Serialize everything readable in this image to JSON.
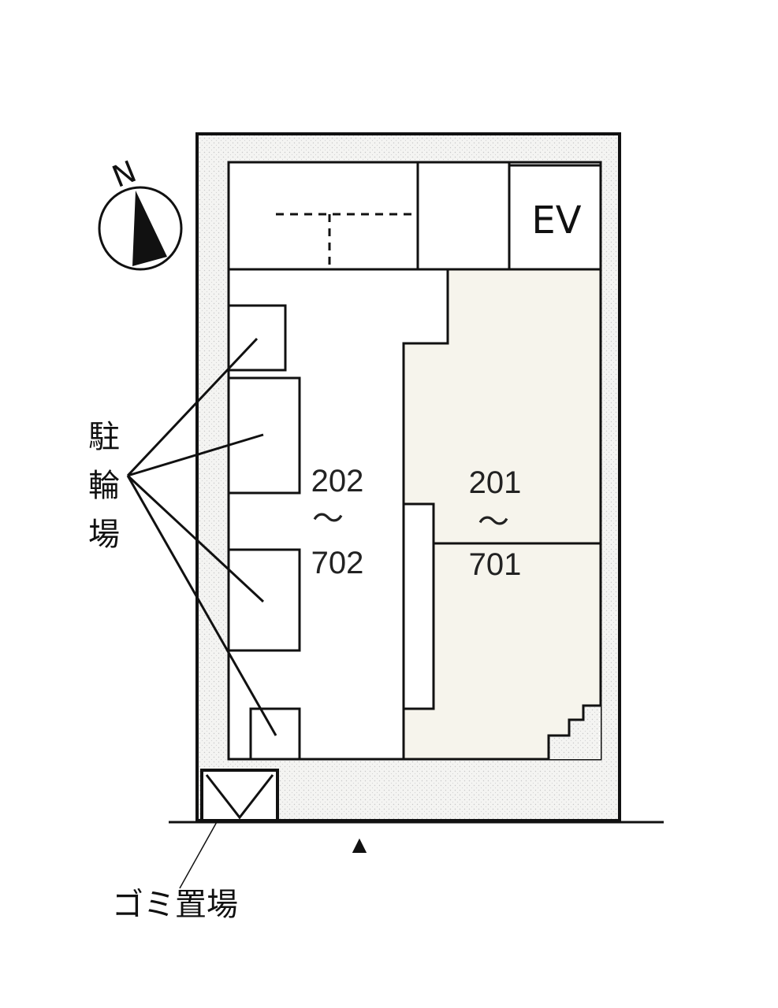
{
  "compass": {
    "label": "N"
  },
  "elevator": {
    "label": "EV"
  },
  "unit_right": {
    "from": "201",
    "separator": "〜",
    "to": "701"
  },
  "unit_left": {
    "from": "202",
    "separator": "〜",
    "to": "702"
  },
  "bicycle_parking": {
    "chars": [
      "駐",
      "輪",
      "場"
    ]
  },
  "garbage": {
    "label": "ゴミ置場"
  },
  "entrance": {
    "marker": "▲"
  },
  "colors": {
    "line": "#111111",
    "unit_fill": "#f6f4ec",
    "ground_fill": "#f3f3f1",
    "room_fill": "#ffffff"
  }
}
